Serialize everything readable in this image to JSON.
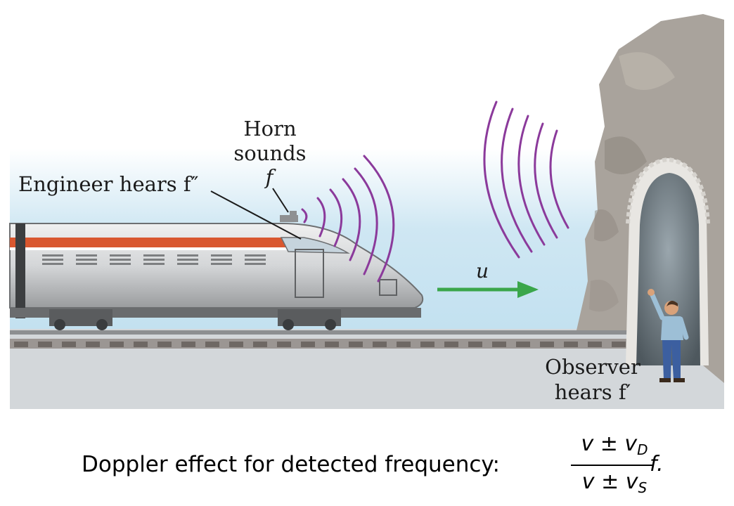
{
  "diagram": {
    "labels": {
      "horn": "Horn",
      "sounds": "sounds",
      "f_source": "f",
      "engineer": "Engineer hears f″",
      "velocity": "u",
      "observer_line1": "Observer",
      "observer_line2": "hears f′"
    }
  },
  "caption": {
    "text": "Doppler effect for detected frequency:",
    "formula": {
      "numerator": "v ± v",
      "numerator_sub": "D",
      "denominator": "v ± v",
      "denominator_sub": "S",
      "factor": "f."
    }
  },
  "colors": {
    "sky": "#cfe7f3",
    "wave": "#8b3a9b",
    "arrow": "#3aa64b",
    "ground": "#cfd3d6",
    "rock": "#a9a39c"
  }
}
